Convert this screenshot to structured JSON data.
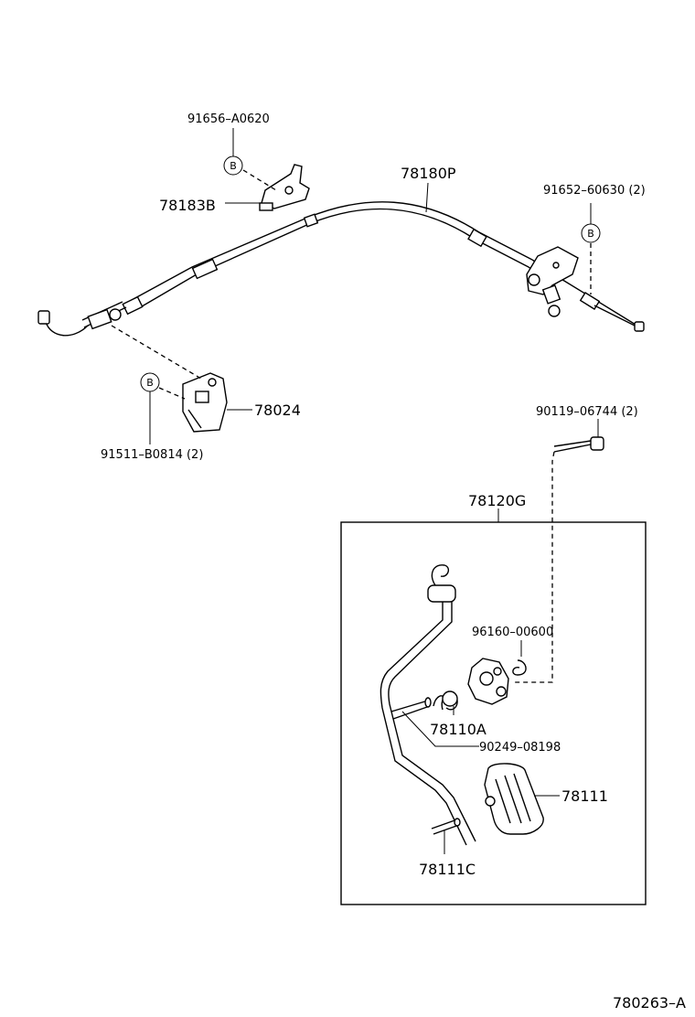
{
  "parts": {
    "p91656": "91656–A0620",
    "p78183B": "78183B",
    "p78180P": "78180P",
    "p91652": "91652–60630 (2)",
    "p78024": "78024",
    "p91511": "91511–B0814 (2)",
    "p90119": "90119–06744 (2)",
    "p78120G": "78120G",
    "p96160": "96160–00600",
    "p78110A": "78110A",
    "p90249": "90249–08198",
    "p78111": "78111",
    "p78111C": "78111C"
  },
  "markers": {
    "b": "B"
  },
  "footer": {
    "diagram_code": "780263–A"
  }
}
